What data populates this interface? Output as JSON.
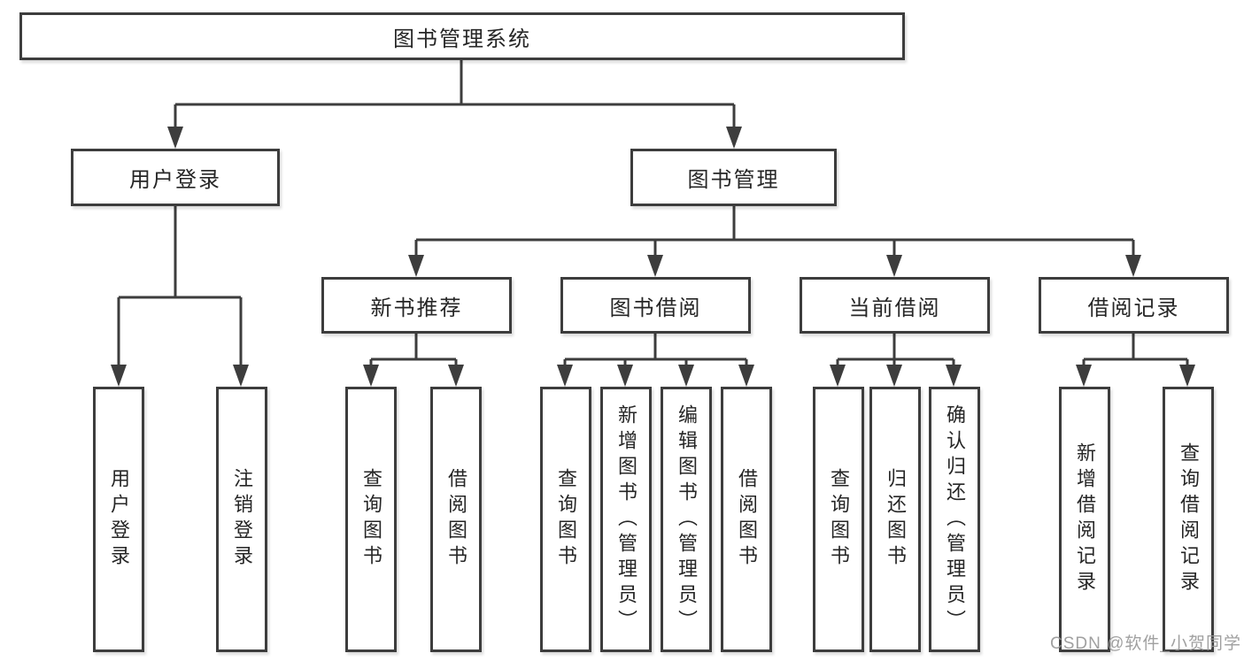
{
  "nodes": {
    "root": "图书管理系统",
    "level2": [
      {
        "label": "用户登录",
        "leaves": [
          "用户登录",
          "注销登录"
        ]
      },
      {
        "label": "图书管理",
        "groups": [
          {
            "label": "新书推荐",
            "leaves": [
              "查询图书",
              "借阅图书"
            ]
          },
          {
            "label": "图书借阅",
            "leaves": [
              "查询图书",
              "新增图书（管理员）",
              "编辑图书（管理员）",
              "借阅图书"
            ]
          },
          {
            "label": "当前借阅",
            "leaves": [
              "查询图书",
              "归还图书",
              "确认归还（管理员）"
            ]
          },
          {
            "label": "借阅记录",
            "leaves": [
              "新增借阅记录",
              "查询借阅记录"
            ]
          }
        ]
      }
    ]
  },
  "watermark": "CSDN @软件_小贺同学",
  "colors": {
    "line": "#3d3d3d",
    "box_border": "#3d3d3d",
    "text": "#262626",
    "background": "#ffffff",
    "watermark": "#969696"
  }
}
